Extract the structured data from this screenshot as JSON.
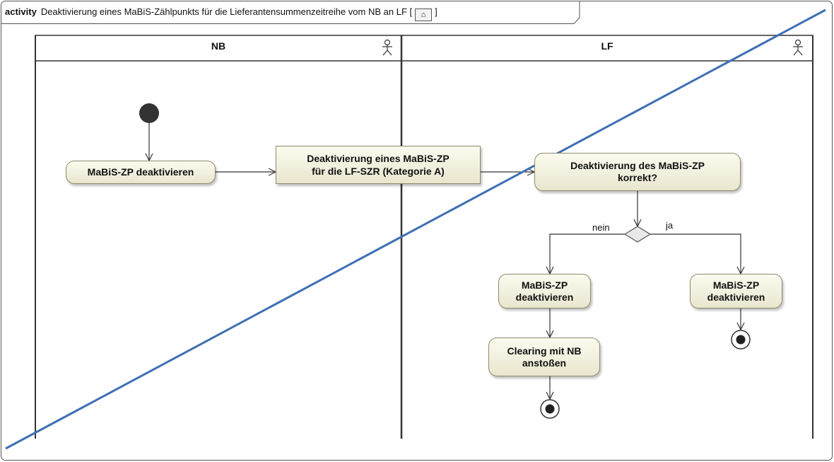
{
  "frame": {
    "keyword": "activity",
    "title": "Deaktivierung eines MaBiS-Zählpunkts für die Lieferantensummenzeitreihe  vom NB an LF [",
    "title_end": "]",
    "icon": "activity-diagram-icon"
  },
  "lanes": [
    {
      "label": "NB",
      "icon": "actor-icon"
    },
    {
      "label": "LF",
      "icon": "actor-icon"
    }
  ],
  "nodes": {
    "nb_action": "MaBiS-ZP deaktivieren",
    "object": "Deaktivierung eines MaBiS-ZP\nfür die LF-SZR (Kategorie A)",
    "check": "Deaktivierung des MaBiS-ZP\nkorrekt?",
    "action_left": "MaBiS-ZP\ndeaktivieren",
    "action_right": "MaBiS-ZP\ndeaktivieren",
    "clearing": "Clearing mit NB\nanstoßen"
  },
  "guards": {
    "no": "nein",
    "yes": "ja"
  },
  "colors": {
    "node_fill_top": "#fbfbef",
    "node_fill_bottom": "#e9e6cf",
    "node_border": "#8e8a6a",
    "overlay_line": "#3f6fb3"
  }
}
